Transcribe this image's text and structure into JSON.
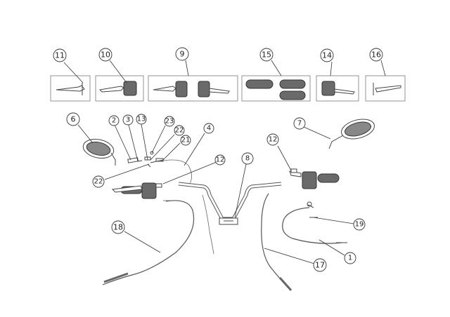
{
  "callouts": {
    "c11": "11",
    "c10": "10",
    "c9": "9",
    "c15": "15",
    "c14": "14",
    "c16": "16",
    "c6": "6",
    "c2": "2",
    "c3": "3",
    "c13": "13",
    "c23": "23",
    "c22a": "22",
    "c21": "21",
    "c4": "4",
    "c22b": "22",
    "c12a": "12",
    "c8": "8",
    "c12b": "12",
    "c7": "7",
    "c18": "18",
    "c19": "19",
    "c1": "1",
    "c17": "17"
  },
  "colors": {
    "line": "#333333",
    "grip": "#6a6a6a",
    "box_border": "#888888",
    "background": "#ffffff"
  }
}
